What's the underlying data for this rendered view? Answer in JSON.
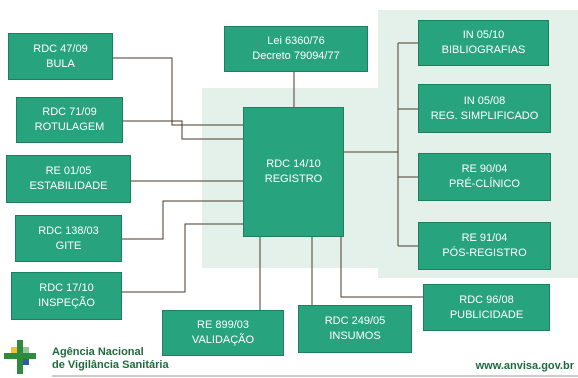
{
  "colors": {
    "node_fill": "#27a37d",
    "node_border": "#1c7f60",
    "band": "#e3f1ea",
    "connector": "#4a3a2a",
    "footer_text": "#1d6b3e"
  },
  "nodes": {
    "center": {
      "line1": "RDC 14/10",
      "line2": "REGISTRO"
    },
    "law": {
      "line1": "Lei 6360/76",
      "line2": "Decreto 79094/77"
    },
    "bula": {
      "line1": "RDC 47/09",
      "line2": "BULA"
    },
    "rotulagem": {
      "line1": "RDC 71/09",
      "line2": "ROTULAGEM"
    },
    "estabilidade": {
      "line1": "RE 01/05",
      "line2": "ESTABILIDADE"
    },
    "gite": {
      "line1": "RDC 138/03",
      "line2": "GITE"
    },
    "inspecao": {
      "line1": "RDC 17/10",
      "line2": "INSPEÇÃO"
    },
    "validacao": {
      "line1": "RE 899/03",
      "line2": "VALIDAÇÃO"
    },
    "insumos": {
      "line1": "RDC 249/05",
      "line2": "INSUMOS"
    },
    "publicidade": {
      "line1": "RDC 96/08",
      "line2": "PUBLICIDADE"
    },
    "bibliografias": {
      "line1": "IN 05/10",
      "line2": "BIBLIOGRAFIAS"
    },
    "simplificado": {
      "line1": "IN 05/08",
      "line2": "REG. SIMPLIFICADO"
    },
    "preclinico": {
      "line1": "RE 90/04",
      "line2": "PRÉ-CLÍNICO"
    },
    "posregistro": {
      "line1": "RE 91/04",
      "line2": "PÓS-REGISTRO"
    }
  },
  "footer": {
    "org_line1": "Agência Nacional",
    "org_line2": "de Vigilância Sanitária",
    "url": "www.anvisa.gov.br"
  }
}
